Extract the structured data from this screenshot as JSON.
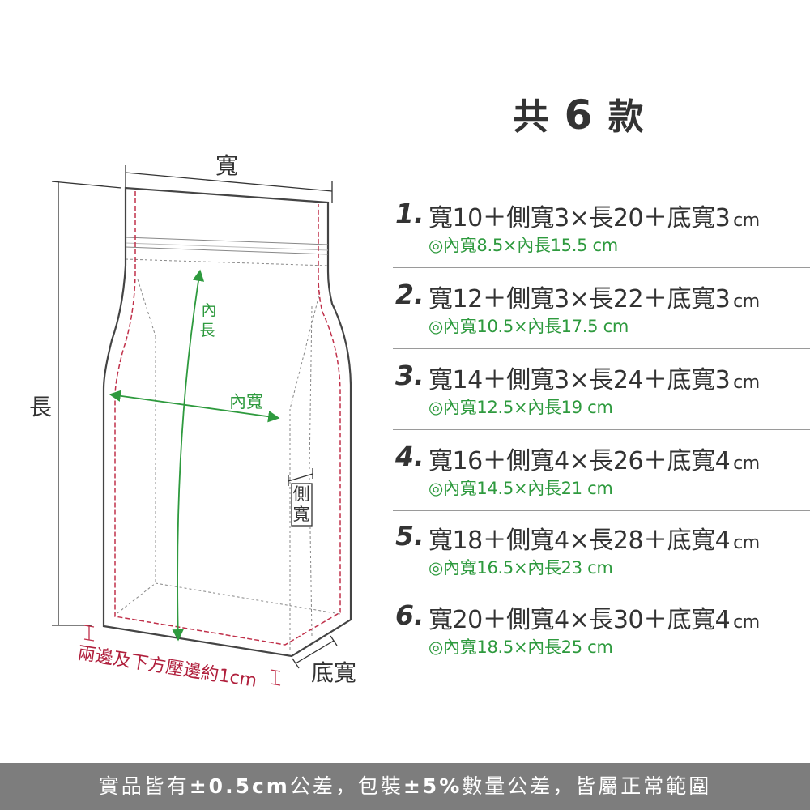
{
  "heading": {
    "prefix": "共",
    "count": "6",
    "suffix": "款"
  },
  "diagram": {
    "width_label": "寬",
    "length_label": "長",
    "inner_length_label_1": "內",
    "inner_length_label_2": "長",
    "inner_width_label": "內寬",
    "side_width_label_1": "側",
    "side_width_label_2": "寬",
    "bottom_width_label": "底寬",
    "seal_note": "兩邊及下方壓邊約1cm",
    "colors": {
      "outline": "#444444",
      "seal": "#c0304a",
      "inner": "#2e9a3e",
      "dimension": "#333333"
    }
  },
  "specs": [
    {
      "index": "1.",
      "main": "寬10＋側寬3×長20＋底寬3",
      "unit": "cm",
      "inner": "◎內寬8.5×內長15.5 cm"
    },
    {
      "index": "2.",
      "main": "寬12＋側寬3×長22＋底寬3",
      "unit": "cm",
      "inner": "◎內寬10.5×內長17.5 cm"
    },
    {
      "index": "3.",
      "main": "寬14＋側寬3×長24＋底寬3",
      "unit": "cm",
      "inner": "◎內寬12.5×內長19 cm"
    },
    {
      "index": "4.",
      "main": "寬16＋側寬4×長26＋底寬4",
      "unit": "cm",
      "inner": "◎內寬14.5×內長21 cm"
    },
    {
      "index": "5.",
      "main": "寬18＋側寬4×長28＋底寬4",
      "unit": "cm",
      "inner": "◎內寬16.5×內長23 cm"
    },
    {
      "index": "6.",
      "main": "寬20＋側寬4×長30＋底寬4",
      "unit": "cm",
      "inner": "◎內寬18.5×內長25 cm"
    }
  ],
  "footer": {
    "part1": "實品皆有",
    "tol1": "±0.5cm",
    "part2": "公差，包裝",
    "tol2": "±5%",
    "part3": "數量公差，皆屬正常範圍"
  }
}
